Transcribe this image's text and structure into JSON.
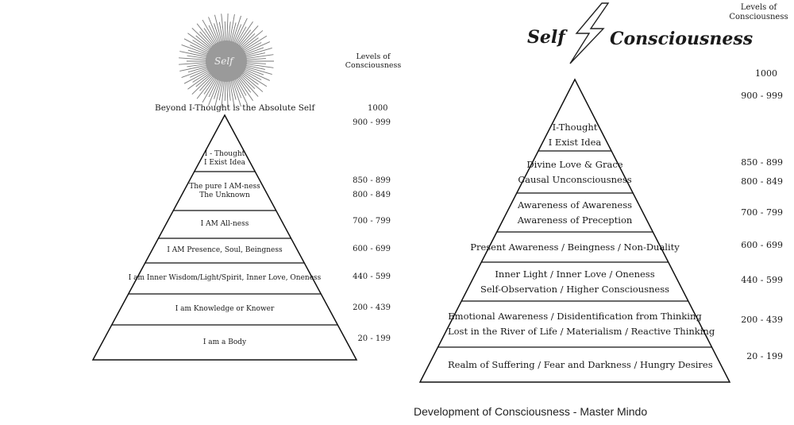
{
  "left": {
    "sun_label": "Self",
    "levels_header": [
      "Levels of",
      "Consciousness"
    ],
    "top_caption": "Beyond I-Thought is the Absolute Self",
    "top_level": "1000",
    "bands": [
      {
        "lines": [
          "I - Thought",
          "I Exist Idea"
        ],
        "level": "900 - 999"
      },
      {
        "lines": [
          "The pure I AM-ness",
          "The Unknown"
        ],
        "level": "850 - 899",
        "level2": "800 - 849"
      },
      {
        "lines": [
          "I AM All-ness"
        ],
        "level": "700 - 799"
      },
      {
        "lines": [
          "I AM Presence, Soul, Beingness"
        ],
        "level": "600 - 699"
      },
      {
        "lines": [
          "I am Inner Wisdom/Light/Spirit, Inner Love, Oneness"
        ],
        "level": "440 - 599"
      },
      {
        "lines": [
          "I am Knowledge or Knower"
        ],
        "level": "200 - 439"
      },
      {
        "lines": [
          "I am a Body"
        ],
        "level": "20 - 199"
      }
    ]
  },
  "right": {
    "title_left": "Self",
    "title_right": "Consciousness",
    "levels_header": [
      "Levels of",
      "Consciousness"
    ],
    "top_level": "1000",
    "bands": [
      {
        "lines": [
          "I-Thought",
          "I Exist Idea"
        ],
        "level": "900 - 999"
      },
      {
        "lines": [
          "Divine Love & Grace",
          "Causal Unconsciousness"
        ],
        "level": "850 - 899",
        "level2": "800 - 849"
      },
      {
        "lines": [
          "Awareness of Awareness",
          "Awareness of Preception"
        ],
        "level": "700 - 799"
      },
      {
        "lines": [
          "Present Awareness / Beingness / Non-Duality"
        ],
        "level": "600 - 699"
      },
      {
        "lines": [
          "Inner Light / Inner Love / Oneness",
          "Self-Observation / Higher Consciousness"
        ],
        "level": "440 - 599"
      },
      {
        "lines": [
          "Emotional Awareness / Disidentification from Thinking",
          "Lost in the River of Life / Materialism / Reactive Thinking"
        ],
        "level": "200 - 439"
      },
      {
        "lines": [
          "Realm of Suffering / Fear and Darkness / Hungry Desires"
        ],
        "level": "20 - 199"
      }
    ],
    "caption": "Development of Consciousness - Master Mindo"
  }
}
